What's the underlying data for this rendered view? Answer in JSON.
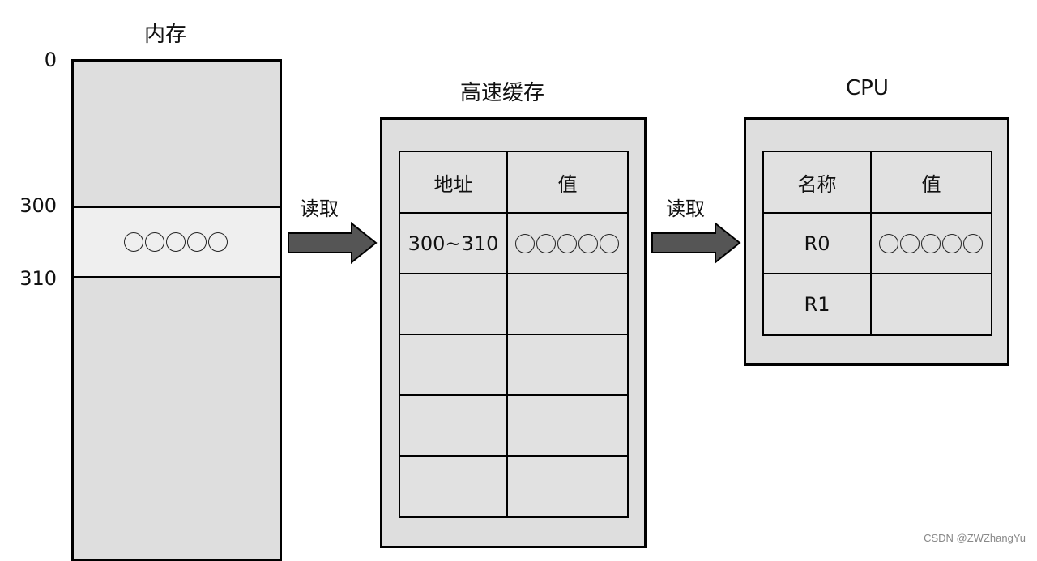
{
  "memory": {
    "title": "内存",
    "addresses": [
      "0",
      "300",
      "310"
    ],
    "highlighted_value": "○○○○○"
  },
  "cache": {
    "title": "高速缓存",
    "headers": [
      "地址",
      "值"
    ],
    "rows": [
      [
        "300~310",
        "○○○○○"
      ],
      [
        "",
        ""
      ],
      [
        "",
        ""
      ],
      [
        "",
        ""
      ],
      [
        "",
        ""
      ]
    ]
  },
  "cpu": {
    "title": "CPU",
    "headers": [
      "名称",
      "值"
    ],
    "rows": [
      [
        "R0",
        "○○○○○"
      ],
      [
        "R1",
        ""
      ]
    ]
  },
  "arrows": [
    "读取",
    "读取"
  ],
  "watermark": "CSDN @ZWZhangYu",
  "colors": {
    "box_fill": "#dedede",
    "highlight_fill": "#efefef",
    "arrow_fill": "#555555"
  }
}
